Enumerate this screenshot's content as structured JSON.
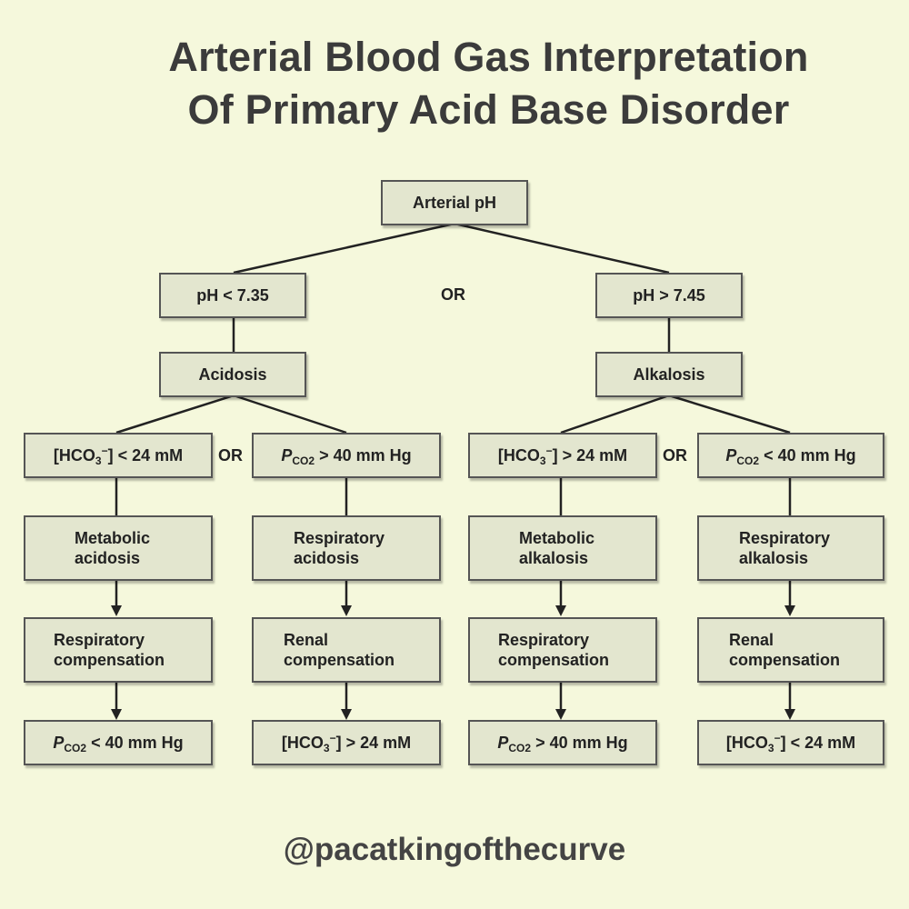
{
  "title": {
    "line1": "Arterial Blood Gas Interpretation",
    "line2": "Of Primary Acid Base Disorder"
  },
  "root": "Arterial pH",
  "or_label": "OR",
  "branches": {
    "low": {
      "ph": "pH < 7.35",
      "state": "Acidosis"
    },
    "high": {
      "ph": "pH > 7.45",
      "state": "Alkalosis"
    }
  },
  "columns": [
    {
      "criterion": {
        "prefix": "[HCO",
        "sub": "3",
        "sup": "−",
        "suffix": "] < 24 mM"
      },
      "disorder": [
        "Metabolic",
        "acidosis"
      ],
      "compensation": [
        "Respiratory",
        "compensation"
      ],
      "result": {
        "prefix": "P",
        "sub": "CO2",
        "suffix": " < 40 mm Hg"
      }
    },
    {
      "criterion": {
        "prefix": "P",
        "sub": "CO2",
        "suffix": " > 40 mm Hg"
      },
      "disorder": [
        "Respiratory",
        "acidosis"
      ],
      "compensation": [
        "Renal",
        "compensation"
      ],
      "result": {
        "prefix": "[HCO",
        "sub": "3",
        "sup": "−",
        "suffix": "] > 24 mM"
      }
    },
    {
      "criterion": {
        "prefix": "[HCO",
        "sub": "3",
        "sup": "−",
        "suffix": "] > 24 mM"
      },
      "disorder": [
        "Metabolic",
        "alkalosis"
      ],
      "compensation": [
        "Respiratory",
        "compensation"
      ],
      "result": {
        "prefix": "P",
        "sub": "CO2",
        "suffix": " > 40 mm Hg"
      }
    },
    {
      "criterion": {
        "prefix": "P",
        "sub": "CO2",
        "suffix": " < 40 mm Hg"
      },
      "disorder": [
        "Respiratory",
        "alkalosis"
      ],
      "compensation": [
        "Renal",
        "compensation"
      ],
      "result": {
        "prefix": "[HCO",
        "sub": "3",
        "sup": "−",
        "suffix": "] < 24 mM"
      }
    }
  ],
  "handle": "@pacatkingofthecurve",
  "colors": {
    "background": "#f5f8dc",
    "box_fill": "#e3e6cf",
    "box_border": "#555555",
    "title": "#3b3b3b"
  }
}
